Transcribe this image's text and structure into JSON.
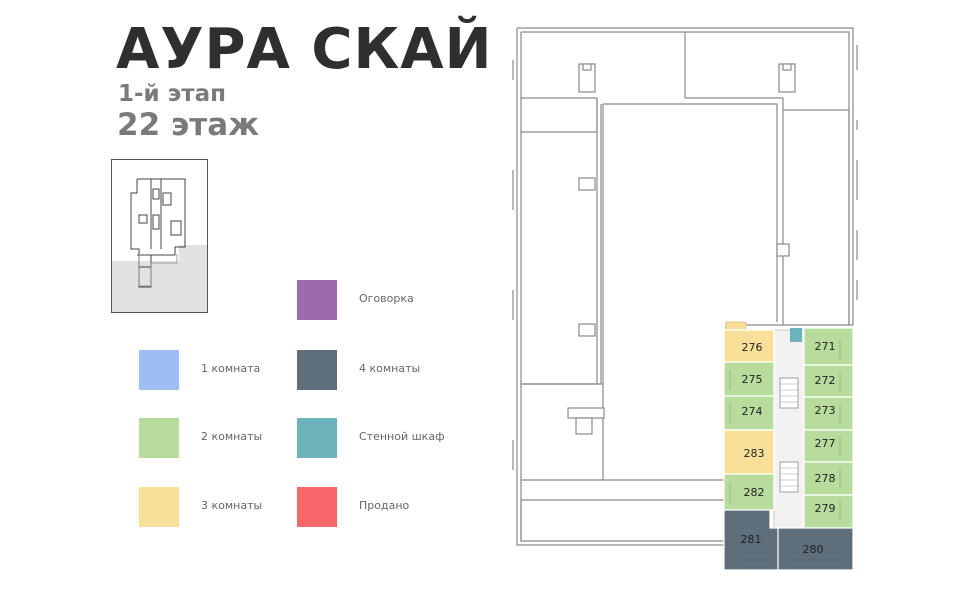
{
  "header": {
    "title": "АУРА СКАЙ",
    "stage": "1-й этап",
    "floor": "22 этаж"
  },
  "legend": [
    {
      "label": "1 комната",
      "color": "#9dbdf5"
    },
    {
      "label": "2 комнаты",
      "color": "#b8db9e"
    },
    {
      "label": "3 комнаты",
      "color": "#f8e09a"
    },
    {
      "label": "Оговорка",
      "color": "#9c6aad"
    },
    {
      "label": "4 комнаты",
      "color": "#5e6e7a"
    },
    {
      "label": "Стенной шкаф",
      "color": "#6db3bb"
    },
    {
      "label": "Продано",
      "color": "#f8686a"
    }
  ],
  "apartments": [
    {
      "number": "276",
      "type": "3 комнаты"
    },
    {
      "number": "271",
      "type": "2 комнаты"
    },
    {
      "number": "275",
      "type": "2 комнаты"
    },
    {
      "number": "272",
      "type": "2 комнаты"
    },
    {
      "number": "274",
      "type": "2 комнаты"
    },
    {
      "number": "273",
      "type": "2 комнаты"
    },
    {
      "number": "277",
      "type": "2 комнаты"
    },
    {
      "number": "283",
      "type": "3 комнаты"
    },
    {
      "number": "278",
      "type": "2 комнаты"
    },
    {
      "number": "282",
      "type": "2 комнаты"
    },
    {
      "number": "279",
      "type": "2 комнаты"
    },
    {
      "number": "281",
      "type": "4 комнаты"
    },
    {
      "number": "280",
      "type": "4 комнаты"
    }
  ]
}
